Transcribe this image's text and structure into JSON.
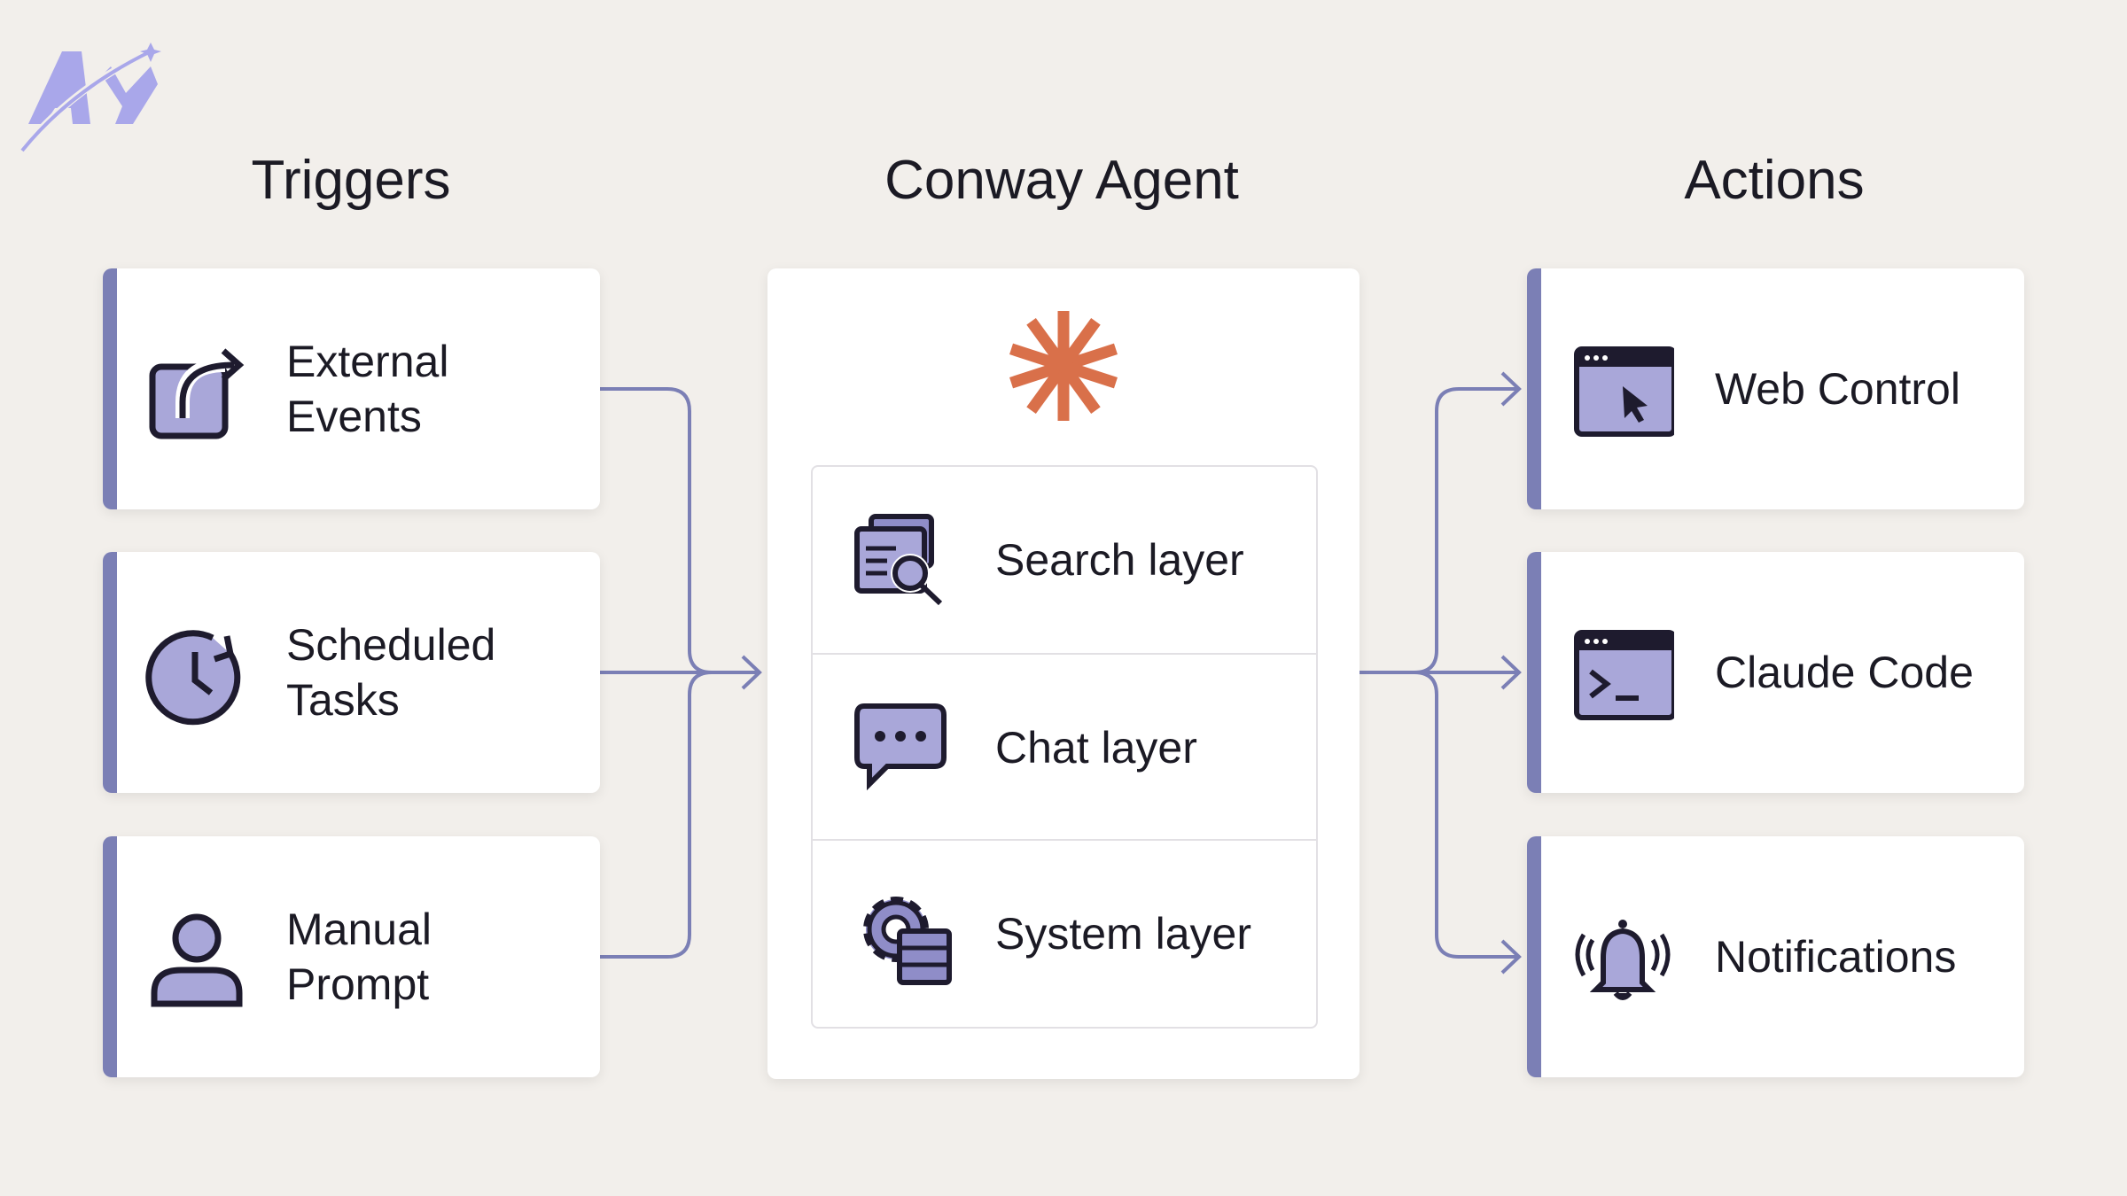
{
  "logo": {
    "text": "AY"
  },
  "columns": {
    "triggers": {
      "title": "Triggers"
    },
    "agent": {
      "title": "Conway Agent"
    },
    "actions": {
      "title": "Actions"
    }
  },
  "triggers": [
    {
      "label": "External\nEvents",
      "icon": "external-share-icon"
    },
    {
      "label": "Scheduled\nTasks",
      "icon": "clock-icon"
    },
    {
      "label": "Manual\nPrompt",
      "icon": "user-icon"
    }
  ],
  "agent": {
    "logo_icon": "asterisk-icon",
    "layers": [
      {
        "label": "Search layer",
        "icon": "search-documents-icon"
      },
      {
        "label": "Chat layer",
        "icon": "chat-bubble-icon"
      },
      {
        "label": "System layer",
        "icon": "gear-server-icon"
      }
    ]
  },
  "actions": [
    {
      "label": "Web Control",
      "icon": "browser-cursor-icon"
    },
    {
      "label": "Claude Code",
      "icon": "terminal-icon"
    },
    {
      "label": "Notifications",
      "icon": "bell-icon"
    }
  ],
  "colors": {
    "background": "#f2efeb",
    "accent": "#7b7fb5",
    "icon_fill": "#a9a7d9",
    "icon_stroke": "#1e1b2e",
    "asterisk": "#d9704a"
  }
}
